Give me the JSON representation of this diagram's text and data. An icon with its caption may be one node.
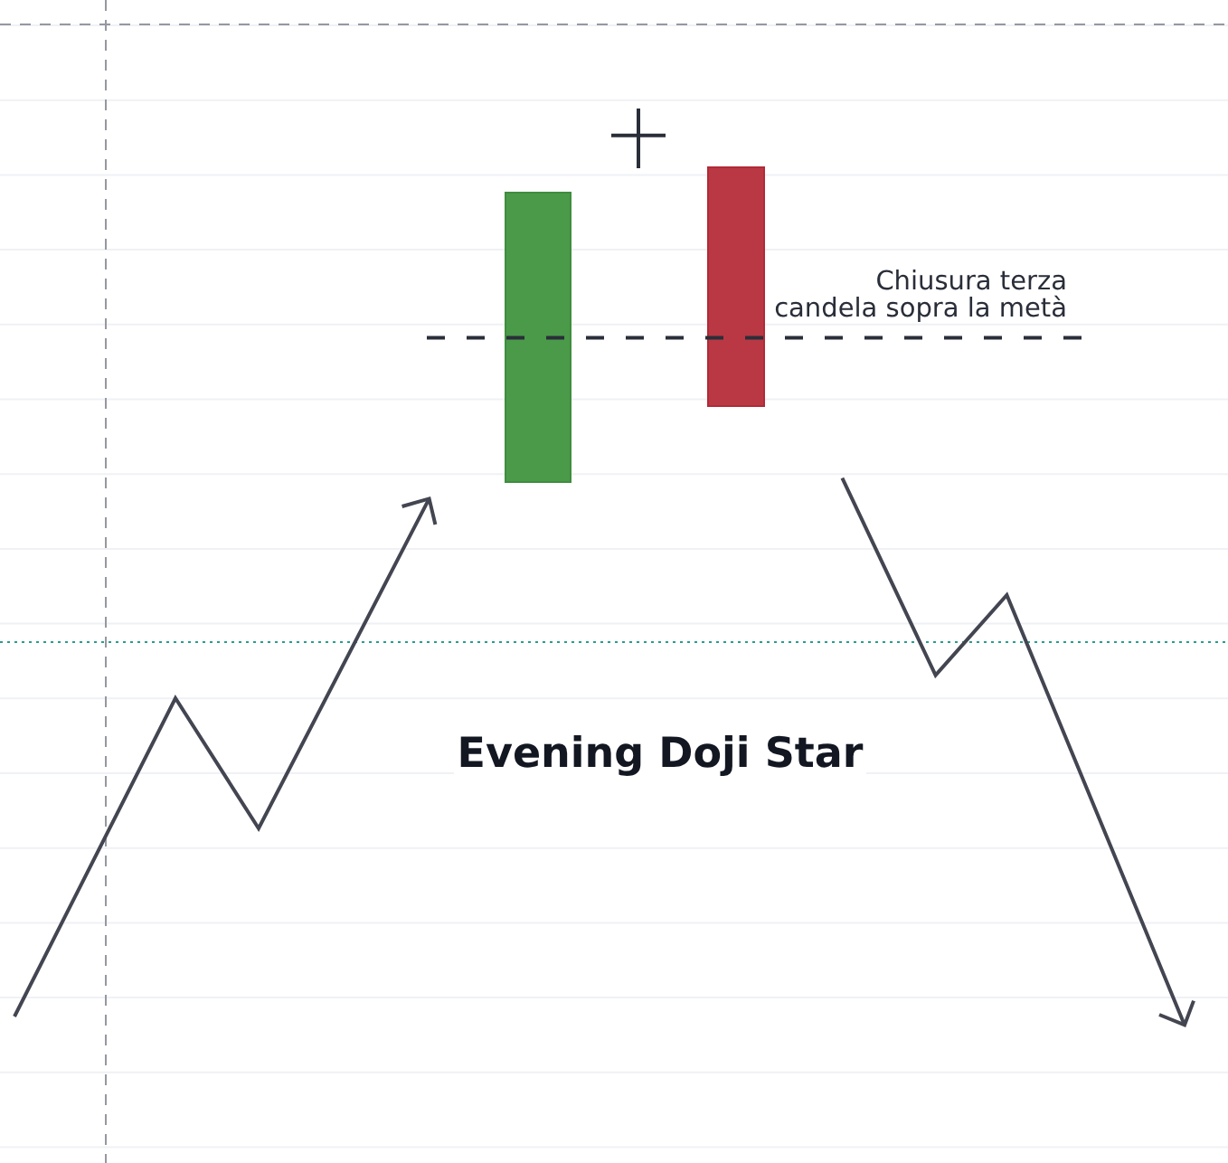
{
  "diagram": {
    "title": "Evening Doji Star",
    "nodes": [
      {
        "text": [],
        "shape": "bar"
      },
      {
        "text": [],
        "shape": "cross"
      },
      {
        "text": [],
        "shape": "bar"
      }
    ],
    "labels": [
      "Chiusura terza candela sopra la metà"
    ]
  }
}
